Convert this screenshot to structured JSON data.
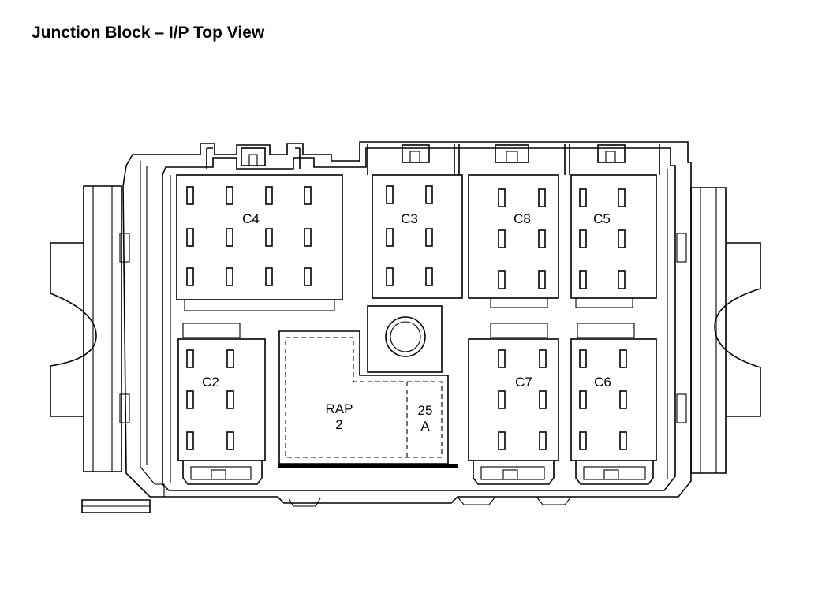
{
  "title": "Junction Block – I/P Top View",
  "connectors": {
    "c4": "C4",
    "c3": "C3",
    "c8": "C8",
    "c5": "C5",
    "c2": "C2",
    "c7": "C7",
    "c6": "C6"
  },
  "relay": {
    "line1": "RAP",
    "line2": "2"
  },
  "fuse": {
    "line1": "25",
    "line2": "A"
  }
}
